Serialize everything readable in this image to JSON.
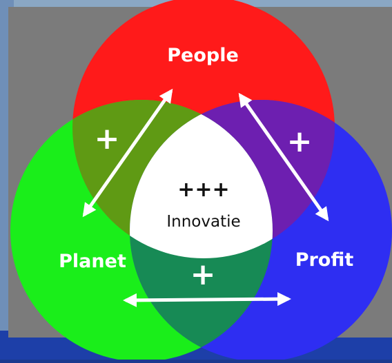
{
  "diagram": {
    "circles": [
      {
        "label": "People",
        "color": "#ff1a1a"
      },
      {
        "label": "Planet",
        "color": "#1aee1a"
      },
      {
        "label": "Profit",
        "color": "#2e2ef2"
      }
    ],
    "overlaps": {
      "people_planet": {
        "label": "+",
        "color": "#5f9a14"
      },
      "people_profit": {
        "label": "+",
        "color": "#6d1fb0"
      },
      "planet_profit": {
        "label": "+",
        "color": "#178a55"
      }
    },
    "center": {
      "symbol": "+++",
      "label": "Innovatie",
      "color": "#ffffff"
    },
    "background_color": "#7b7b7b",
    "arrow_color": "#ffffff"
  }
}
